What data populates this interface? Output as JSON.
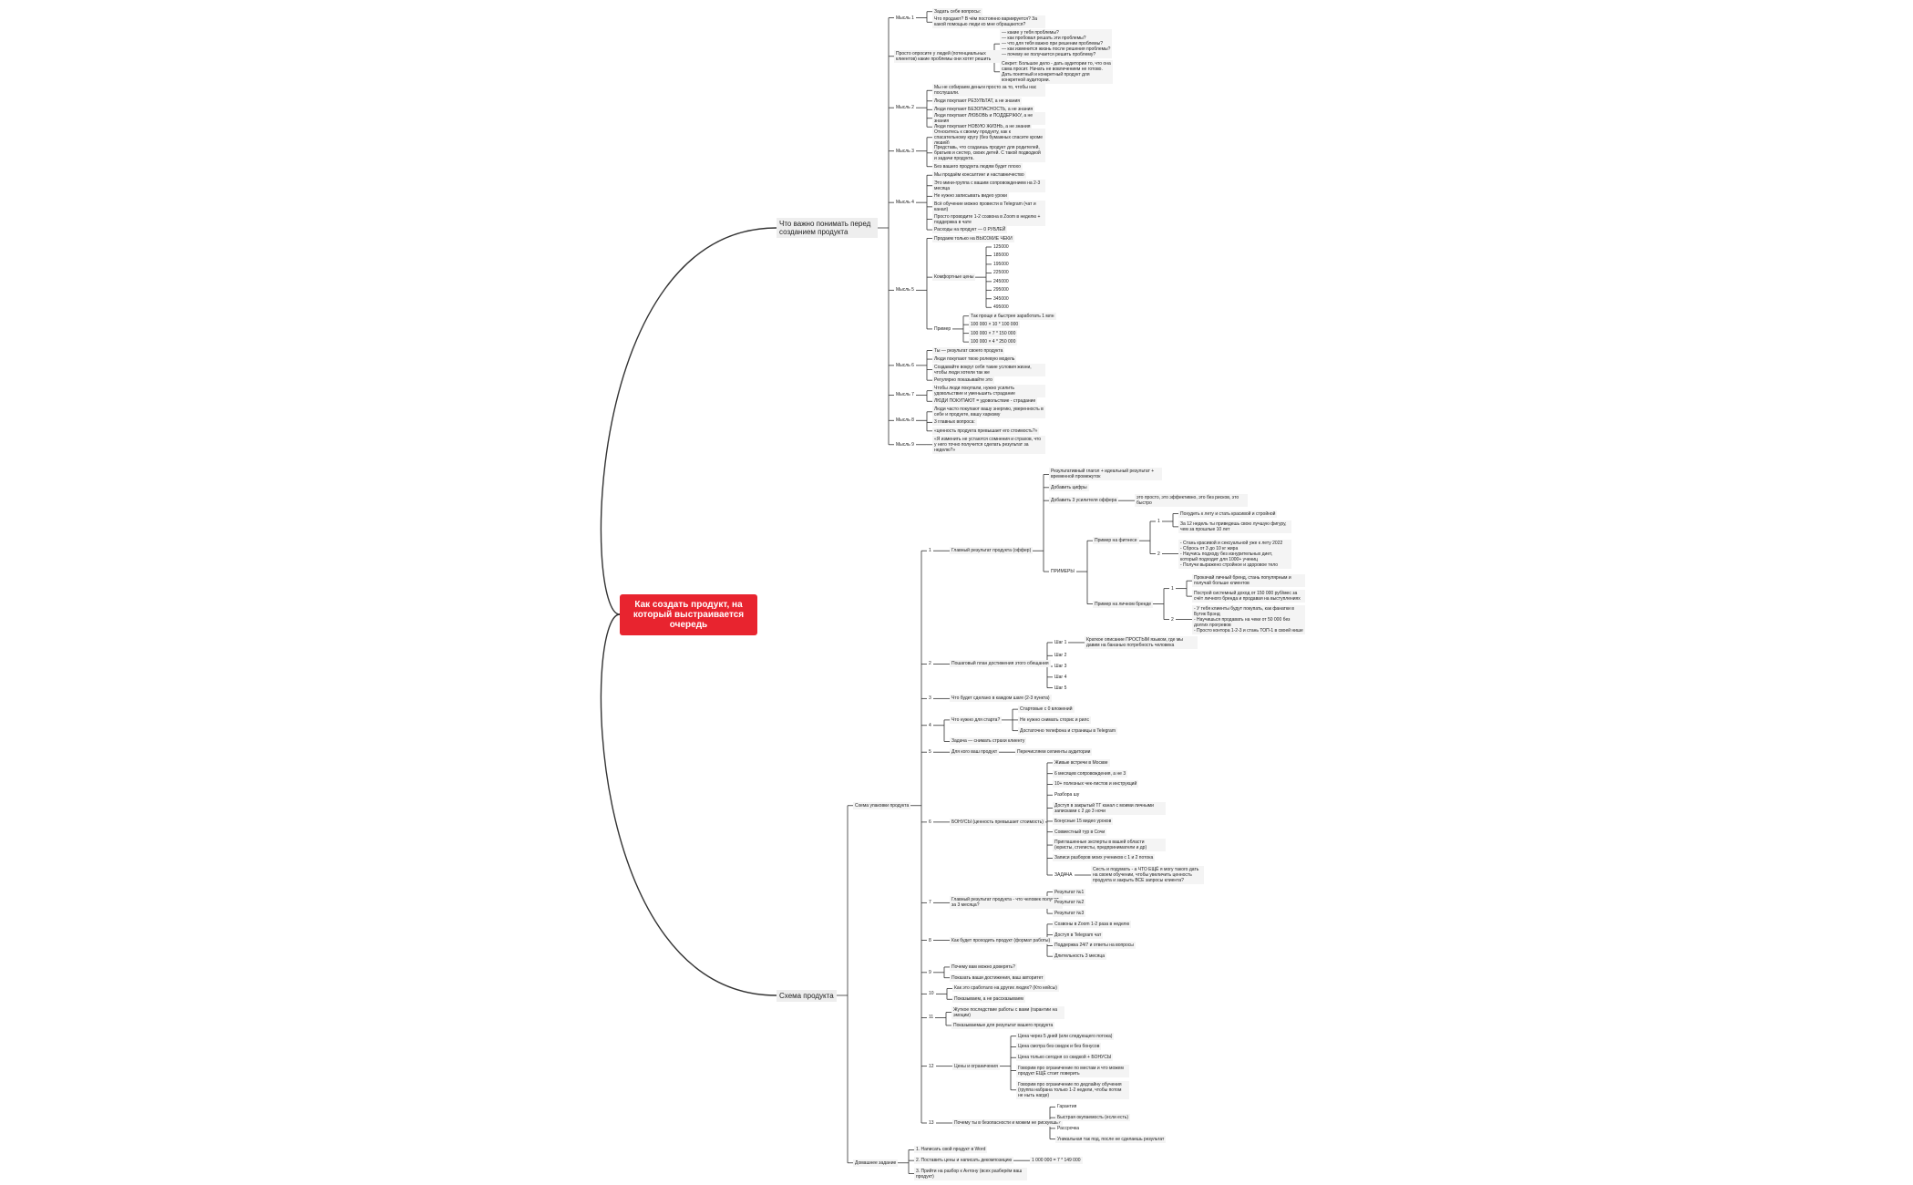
{
  "root": "Как создать продукт, на который выстраивается очередь",
  "colors": {
    "root": "#e8242f",
    "line": "#333333"
  },
  "sections": [
    {
      "label": "Что важно понимать перед созданием продукта",
      "children": [
        {
          "label": "Мысль 1",
          "children": [
            {
              "label": "Задать себе вопросы:"
            },
            {
              "label": "Что продают? В чём постоянно вариируется? За какой помощью люди ко мне обращаются?"
            }
          ]
        },
        {
          "label": "Просто опросите у людей (потенциальных клиентов) какие проблемы они хотят решить",
          "children": [
            {
              "label": "— какие у тебя проблемы?\n— как пробовал решать эти проблемы?\n— что для тебя важно при решении проблемы?\n— как изменится жизнь после решения проблемы?\n— почему не получается решить проблему?"
            },
            {
              "label": "Секрет: Большое дело - дать аудитории то, что она сама просит. Начать не вовлечением не готово. Дать понятный и конкретный продукт для конкретной аудитории."
            }
          ]
        },
        {
          "label": "Мысль 2",
          "children": [
            {
              "label": "Мы не собираем деньги просто за то, чтобы нас послушали."
            },
            {
              "label": "Люди покупают РЕЗУЛЬТАТ, а не знания"
            },
            {
              "label": "Люди покупают БЕЗОПАСНОСТЬ, а не знания"
            },
            {
              "label": "Люди покупают ЛЮБОВЬ и ПОДДЕРЖКУ, а не знания"
            },
            {
              "label": "Люди покупают НОВУЮ ЖИЗНЬ, а не знания"
            }
          ]
        },
        {
          "label": "Мысль 3",
          "children": [
            {
              "label": "Относитесь к своему продукту, как к спасательному кругу (без бумажных спасите кроме людей)"
            },
            {
              "label": "Представь, что создаешь продукт для родителей, братьев и сестер, своих детей. С такой подводкой и задачи продукта."
            },
            {
              "label": "Без вашего продукта людям будет плохо"
            }
          ]
        },
        {
          "label": "Мысль 4",
          "children": [
            {
              "label": "Мы продаём консалтинг и наставничество"
            },
            {
              "label": "Это мини-группа с вашим сопровождением на 2-3 месяца"
            },
            {
              "label": "Не нужно записывать видео уроки"
            },
            {
              "label": "Всё обучение можно провести в Telegram (чат и канал)"
            },
            {
              "label": "Просто проводите 1-2 созвона в Zoom в неделю + поддержка в чате"
            },
            {
              "label": "Расходы на продукт — 0 РУБЛЕЙ"
            }
          ]
        },
        {
          "label": "Мысль 5",
          "children": [
            {
              "label": "Продаем только на ВЫСОКИЕ ЧЕКИ"
            },
            {
              "label": "Комфортные цены",
              "children": [
                {
                  "label": "125000"
                },
                {
                  "label": "185000"
                },
                {
                  "label": "195000"
                },
                {
                  "label": "225000"
                },
                {
                  "label": "245000"
                },
                {
                  "label": "295000"
                },
                {
                  "label": "345000"
                },
                {
                  "label": "495000"
                }
              ]
            },
            {
              "label": "Пример",
              "children": [
                {
                  "label": "Так проще и быстрее заработать 1 млн"
                },
                {
                  "label": "100 000 × 10 * 100 000"
                },
                {
                  "label": "100 000 × 7 * 150 000"
                },
                {
                  "label": "100 000 × 4 * 250 000"
                }
              ]
            }
          ]
        },
        {
          "label": "Мысль 6",
          "children": [
            {
              "label": "Ты — результат своего продукта"
            },
            {
              "label": "Люди покупают твою ролевую модель"
            },
            {
              "label": "Создавайте вокруг себя такие условия жизни, чтобы люди хотели так же"
            },
            {
              "label": "Регулярно показывайте это"
            }
          ]
        },
        {
          "label": "Мысль 7",
          "children": [
            {
              "label": "Чтобы люди покупали, нужно усилить удовольствие и уменьшить страдание"
            },
            {
              "label": "ЛЮДИ ПОКУПАЮТ = удовольствие - страдание"
            }
          ]
        },
        {
          "label": "Мысль 8",
          "children": [
            {
              "label": "Люди часто покупают вашу энергию, уверенность в себе и продукте, вашу харизму"
            },
            {
              "label": "3 главных вопроса:"
            },
            {
              "label": "«ценность продукта превышает его стоимость?»"
            }
          ]
        },
        {
          "label": "Мысль 9",
          "children": [
            {
              "label": "«Я изменить не устаются сомнения и страхов, что у него точно получится сделать результат за неделю?»"
            }
          ]
        }
      ]
    },
    {
      "label": "Схема продукта",
      "children": [
        {
          "label": "Схема упаковки продукта",
          "children": [
            {
              "label": "1",
              "children": [
                {
                  "label": "Главный результат продукта (оффер)",
                  "children": [
                    {
                      "label": "Результативный глагол + идеальный результат + временной промежуток"
                    },
                    {
                      "label": "Добавить цифры"
                    },
                    {
                      "label": "Добавить 3 усилителя оффера",
                      "children": [
                        {
                          "label": "это просто, это эффективно, это без рисков, это быстро"
                        }
                      ]
                    },
                    {
                      "label": "ПРИМЕРЫ",
                      "children": [
                        {
                          "label": "Пример на фитнесе",
                          "children": [
                            {
                              "label": "1",
                              "children": [
                                {
                                  "label": "Похудеть к лету и стать красивой и стройной"
                                },
                                {
                                  "label": "За 12 недель ты приведешь свою лучшую фигуру, чем за прошлые 10 лет"
                                }
                              ]
                            },
                            {
                              "label": "2",
                              "children": [
                                {
                                  "label": "- Стань красивой и сексуальной уже к лету 2022\n- Сбрось от 3 до 10 кг жира\n- Научись подходу без изнурительных диет, который подходит для 1000+ учениц\n- Получи выражено стройное и здоровое тело"
                                }
                              ]
                            }
                          ]
                        },
                        {
                          "label": "Пример на личном бренде",
                          "children": [
                            {
                              "label": "1",
                              "children": [
                                {
                                  "label": "Прокачай личный бренд, стань популярным и получай больше клиентов"
                                },
                                {
                                  "label": "Построй системный доход от 150 000 руб/мес за счёт личного бренда и продавая на выступлениях"
                                }
                              ]
                            },
                            {
                              "label": "2",
                              "children": [
                                {
                                  "label": "- У тебя клиенты будут покупать, как фанатки в Бутик Брэнд\n- Научишься продавать на чеки от 50 000 без долгих прогревов\n- Просто контора 1-2-3 и стань ТОП-1 в своей нише"
                                }
                              ]
                            }
                          ]
                        }
                      ]
                    }
                  ]
                }
              ]
            },
            {
              "label": "2",
              "children": [
                {
                  "label": "Пошаговый план достижения этого обещания",
                  "children": [
                    {
                      "label": "Шаг 1",
                      "children": [
                        {
                          "label": "Краткое описание ПРОСТЫМ языком, где мы давим на бананью потребность человека"
                        }
                      ]
                    },
                    {
                      "label": "Шаг 2"
                    },
                    {
                      "label": "Шаг 3"
                    },
                    {
                      "label": "Шаг 4"
                    },
                    {
                      "label": "Шаг 5"
                    }
                  ]
                }
              ]
            },
            {
              "label": "3",
              "children": [
                {
                  "label": "Что будет сделано в каждом шаге (2-3 пункта)"
                }
              ]
            },
            {
              "label": "4",
              "children": [
                {
                  "label": "Что нужно для старта?",
                  "children": [
                    {
                      "label": "Стартовые с 0 вложений"
                    },
                    {
                      "label": "Не нужно снимать сторис и рилс"
                    },
                    {
                      "label": "Достаточно телефона и страницы в Telegram"
                    }
                  ]
                },
                {
                  "label": "Задача — снимать страхи клиенту"
                }
              ]
            },
            {
              "label": "5",
              "children": [
                {
                  "label": "Для кого ваш продукт",
                  "children": [
                    {
                      "label": "Перечисляем сегменты аудитории"
                    }
                  ]
                }
              ]
            },
            {
              "label": "6",
              "children": [
                {
                  "label": "БОНУСЫ (ценность превышает стоимость)",
                  "children": [
                    {
                      "label": "Живые встречи в Москве"
                    },
                    {
                      "label": "6 месяцев сопровождения, а не 3"
                    },
                    {
                      "label": "10+ полезных чек-листов и инструкций"
                    },
                    {
                      "label": "Разбора шу"
                    },
                    {
                      "label": "Доступ в закрытый ТГ канал с моими личными записками с 2 до 3 ночи"
                    },
                    {
                      "label": "Бонусные 15 видео уроков"
                    },
                    {
                      "label": "Совместный тур в Сочи"
                    },
                    {
                      "label": "Приглашенные эксперты в вашей области (юристы, стилисты, предприниматели и др)"
                    },
                    {
                      "label": "Записи разборов моих учеников с 1 и 2 потока"
                    },
                    {
                      "label": "ЗАДАЧА",
                      "children": [
                        {
                          "label": "Сесть и подумать - а ЧТО ЕЩЁ я могу такого дать на своем обучении, чтобы увеличить ценность продукта и закрыть ВСЕ запросы клиента?"
                        }
                      ]
                    }
                  ]
                }
              ]
            },
            {
              "label": "7",
              "children": [
                {
                  "label": "Главный результат продукта - что человек получит за 3 месяца?",
                  "children": [
                    {
                      "label": "Результат №1"
                    },
                    {
                      "label": "Результат №2"
                    },
                    {
                      "label": "Результат №3"
                    }
                  ]
                }
              ]
            },
            {
              "label": "8",
              "children": [
                {
                  "label": "Как будет проходить продукт (формат работы)",
                  "children": [
                    {
                      "label": "Созвоны в Zoom 1-2 раза в неделю"
                    },
                    {
                      "label": "Доступ в Telegram чат"
                    },
                    {
                      "label": "Поддержка 24/7 и ответы на вопросы"
                    },
                    {
                      "label": "Длительность 3 месяца"
                    }
                  ]
                }
              ]
            },
            {
              "label": "9",
              "children": [
                {
                  "label": "Почему вам можно доверять?"
                },
                {
                  "label": "Показать ваши достижения, ваш авторитет"
                }
              ]
            },
            {
              "label": "10",
              "children": [
                {
                  "label": "Как это сработало на других людях? (Кто кейсы)"
                },
                {
                  "label": "Показываем, а не рассказываем"
                }
              ]
            },
            {
              "label": "11",
              "children": [
                {
                  "label": "Жуткое последствие работы с вами (гарантии на эмоции)"
                },
                {
                  "label": "Показываемые для результат вашего продукта"
                }
              ]
            },
            {
              "label": "12",
              "children": [
                {
                  "label": "Цены и ограничения",
                  "children": [
                    {
                      "label": "Цена через 5 дней (или следующего потока)"
                    },
                    {
                      "label": "Цена смотра без скидок и без бонусов"
                    },
                    {
                      "label": "Цена только сегодня со скидкой + БОНУСЫ"
                    },
                    {
                      "label": "Говорим про ограничение по местам и что можем продукт ЕЩЁ стоит поверить"
                    },
                    {
                      "label": "Говорим про ограничение по дедлайну обучения (группа набрана только 1-2 недели, чтобы потом не ныть нагде)"
                    }
                  ]
                }
              ]
            },
            {
              "label": "13",
              "children": [
                {
                  "label": "Почему ты в безопасности и можем не рискуешь?",
                  "children": [
                    {
                      "label": "Гарантия"
                    },
                    {
                      "label": "Быстрая окупаемость (если есть)"
                    },
                    {
                      "label": "Рассрочка"
                    },
                    {
                      "label": "Уникальная так под, после не сделаешь результат"
                    }
                  ]
                }
              ]
            }
          ]
        },
        {
          "label": "Домашнее задание",
          "children": [
            {
              "label": "1. Написать свой продукт в Word"
            },
            {
              "label": "2. Поставить цены и написать декомпозицию",
              "children": [
                {
                  "label": "1 000 000 = 7 * 149 000"
                }
              ]
            },
            {
              "label": "3. Прийти на разбор к Антону (всех разберём ваш продукт)"
            }
          ]
        }
      ]
    }
  ]
}
